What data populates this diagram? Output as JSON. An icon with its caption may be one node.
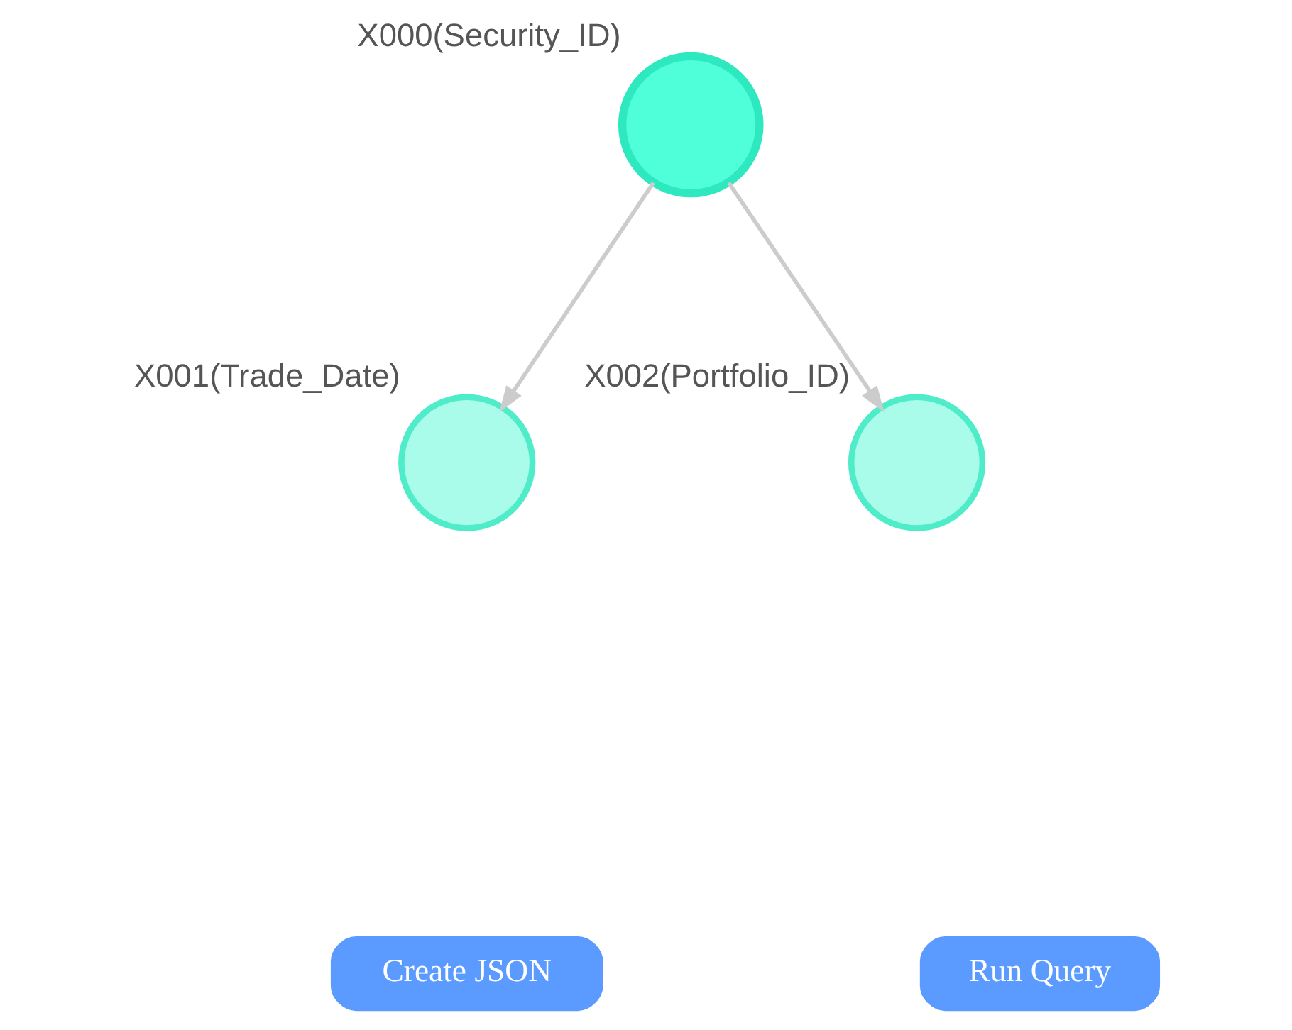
{
  "diagram": {
    "nodes": [
      {
        "text": [
          "X000(Security_ID)"
        ]
      },
      {
        "text": [
          "X001(Trade_Date)"
        ]
      },
      {
        "text": [
          "X002(Portfolio_ID)"
        ]
      },
      {
        "text": [
          "Create JSON"
        ]
      },
      {
        "text": [
          "Run Query"
        ]
      }
    ],
    "edges": [
      {
        "from": 0,
        "to": 1,
        "arrow": "to"
      },
      {
        "from": 0,
        "to": 2,
        "arrow": "to"
      }
    ]
  }
}
